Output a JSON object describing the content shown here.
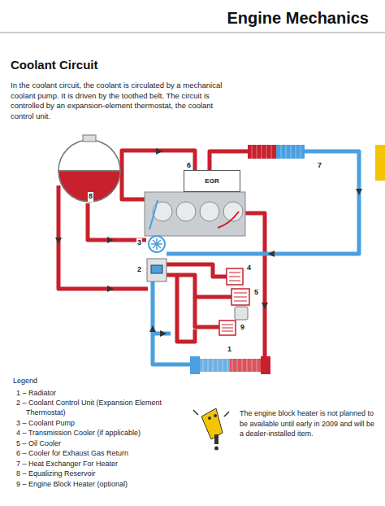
{
  "diagram": {
    "title": "Coolant Circuit",
    "nodes": [
      {
        "text": [
          "EGR"
        ]
      }
    ],
    "labels": [
      "Engine Mechanics",
      "In the coolant circuit, the coolant is circulated by a mechanical coolant pump. It is driven by the toothed belt. The circuit is controlled by an expansion-element thermostat, the coolant control unit.",
      "8",
      "6",
      "7",
      "3",
      "2",
      "4",
      "5",
      "9",
      "1",
      "Legend",
      "1 – Radiator",
      "2 – Coolant Control Unit (Expansion Element Thermostat)",
      "3 – Coolant Pump",
      "4 – Transmission Cooler (if applicable)",
      "5 – Oil Cooler",
      "6 – Cooler for Exhaust Gas Return",
      "7 – Heat Exchanger For Heater",
      "8 – Equalizing Reservoir",
      "9 – Engine Block Heater (optional)",
      "The engine block heater is not planned to be available until early in 2009 and will be a dealer-installed item."
    ]
  }
}
